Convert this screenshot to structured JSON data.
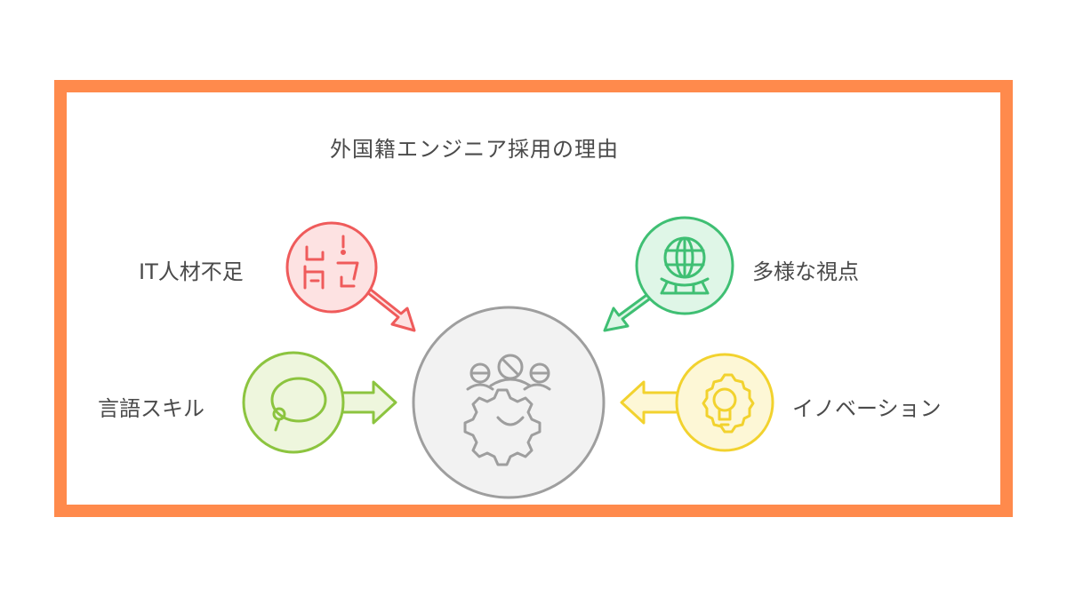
{
  "diagram": {
    "title": "外国籍エンジニア採用の理由",
    "reasons": [
      {
        "label": "IT人材不足",
        "color": "#ef5b5b",
        "fill": "#fde2e2",
        "icon": "office-desk-icon"
      },
      {
        "label": "多様な視点",
        "color": "#3fbf73",
        "fill": "#dff6e7",
        "icon": "globe-icon"
      },
      {
        "label": "言語スキル",
        "color": "#8cc43f",
        "fill": "#eef6dd",
        "icon": "speech-bubble-icon"
      },
      {
        "label": "イノベーション",
        "color": "#f2d22e",
        "fill": "#fdf7d6",
        "icon": "lightbulb-gear-icon"
      }
    ],
    "center": {
      "icon": "team-gear-icon",
      "color": "#9e9e9e",
      "fill": "#f2f2f2"
    }
  }
}
